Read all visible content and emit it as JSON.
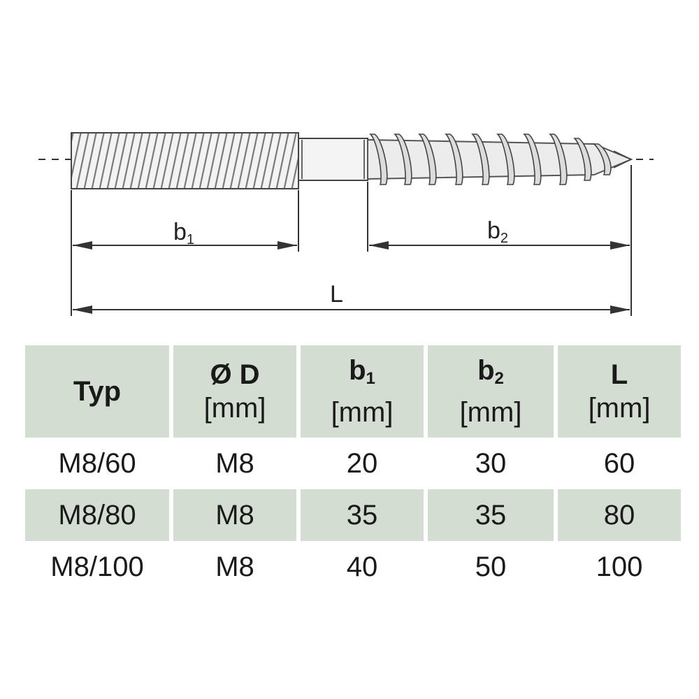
{
  "diagram": {
    "b1_label": "b",
    "b1_sub": "1",
    "b2_label": "b",
    "b2_sub": "2",
    "L_label": "L"
  },
  "table": {
    "headers": [
      {
        "top": "Typ",
        "sub": "",
        "unit": ""
      },
      {
        "top": "Ø D",
        "sub": "",
        "unit": "[mm]"
      },
      {
        "top": "b",
        "sub": "1",
        "unit": "[mm]"
      },
      {
        "top": "b",
        "sub": "2",
        "unit": "[mm]"
      },
      {
        "top": "L",
        "sub": "",
        "unit": "[mm]"
      }
    ],
    "rows": [
      [
        "M8/60",
        "M8",
        "20",
        "30",
        "60"
      ],
      [
        "M8/80",
        "M8",
        "35",
        "35",
        "80"
      ],
      [
        "M8/100",
        "M8",
        "40",
        "50",
        "100"
      ]
    ]
  },
  "colors": {
    "header_bg": "#d3ddd1",
    "line": "#222222"
  }
}
